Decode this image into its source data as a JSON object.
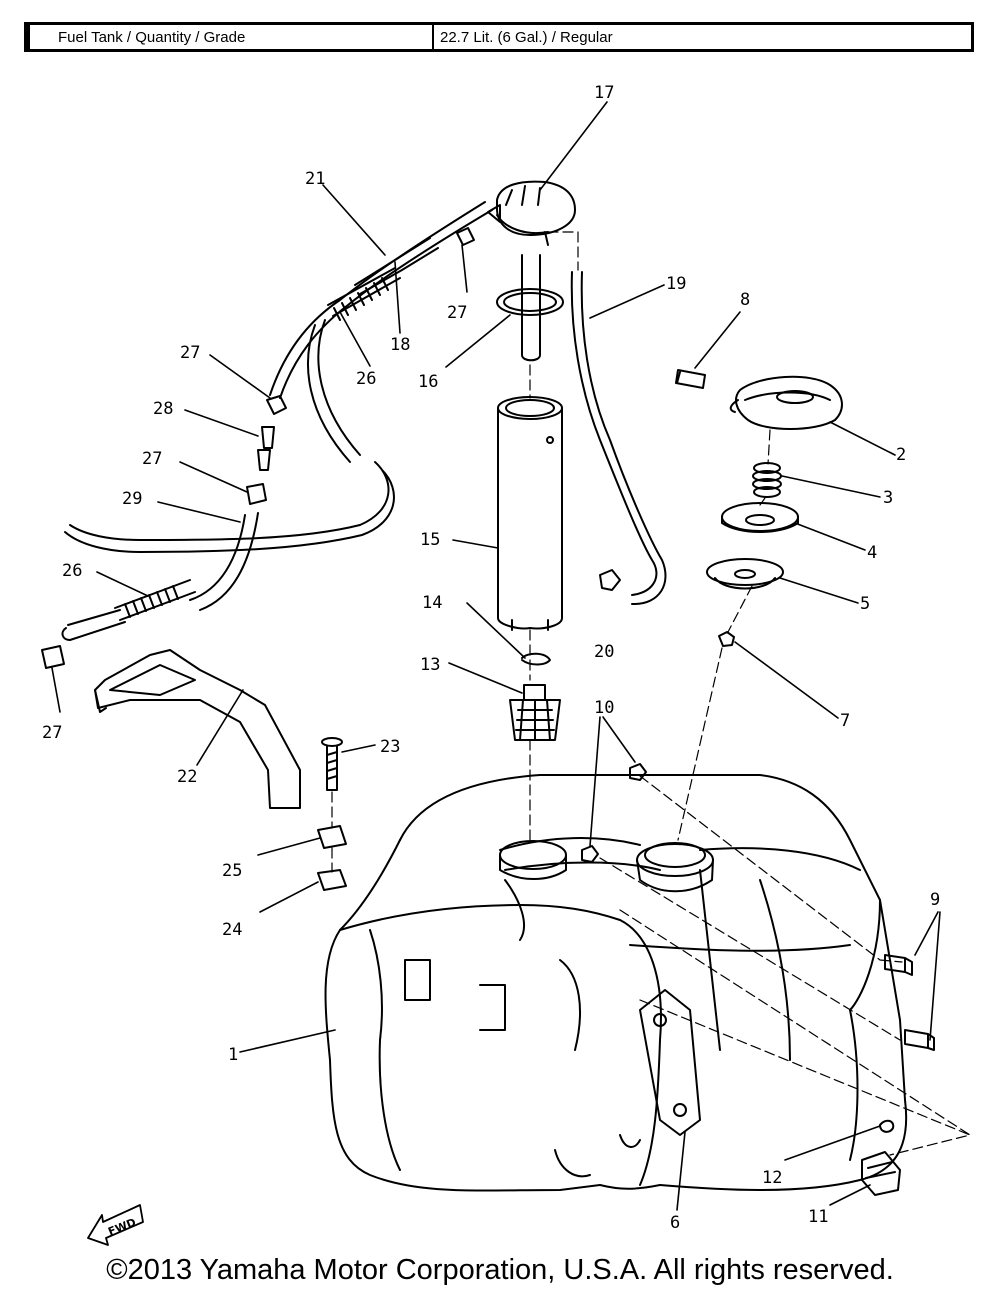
{
  "spec_table": {
    "key": "Fuel Tank / Quantity / Grade",
    "value": "22.7 Lit. (6 Gal.) / Regular"
  },
  "callouts": {
    "c1": "1",
    "c2": "2",
    "c3": "3",
    "c4": "4",
    "c5": "5",
    "c6": "6",
    "c7": "7",
    "c8": "8",
    "c9": "9",
    "c10": "10",
    "c11": "11",
    "c12": "12",
    "c13": "13",
    "c14": "14",
    "c15": "15",
    "c16": "16",
    "c17": "17",
    "c18": "18",
    "c19": "19",
    "c20": "20",
    "c21": "21",
    "c22": "22",
    "c23": "23",
    "c24": "24",
    "c25": "25",
    "c26": "26",
    "c27": "27",
    "c28": "28",
    "c29": "29"
  },
  "fwd_marker": "FWD",
  "copyright": "©2013 Yamaha Motor Corporation, U.S.A. All rights reserved."
}
